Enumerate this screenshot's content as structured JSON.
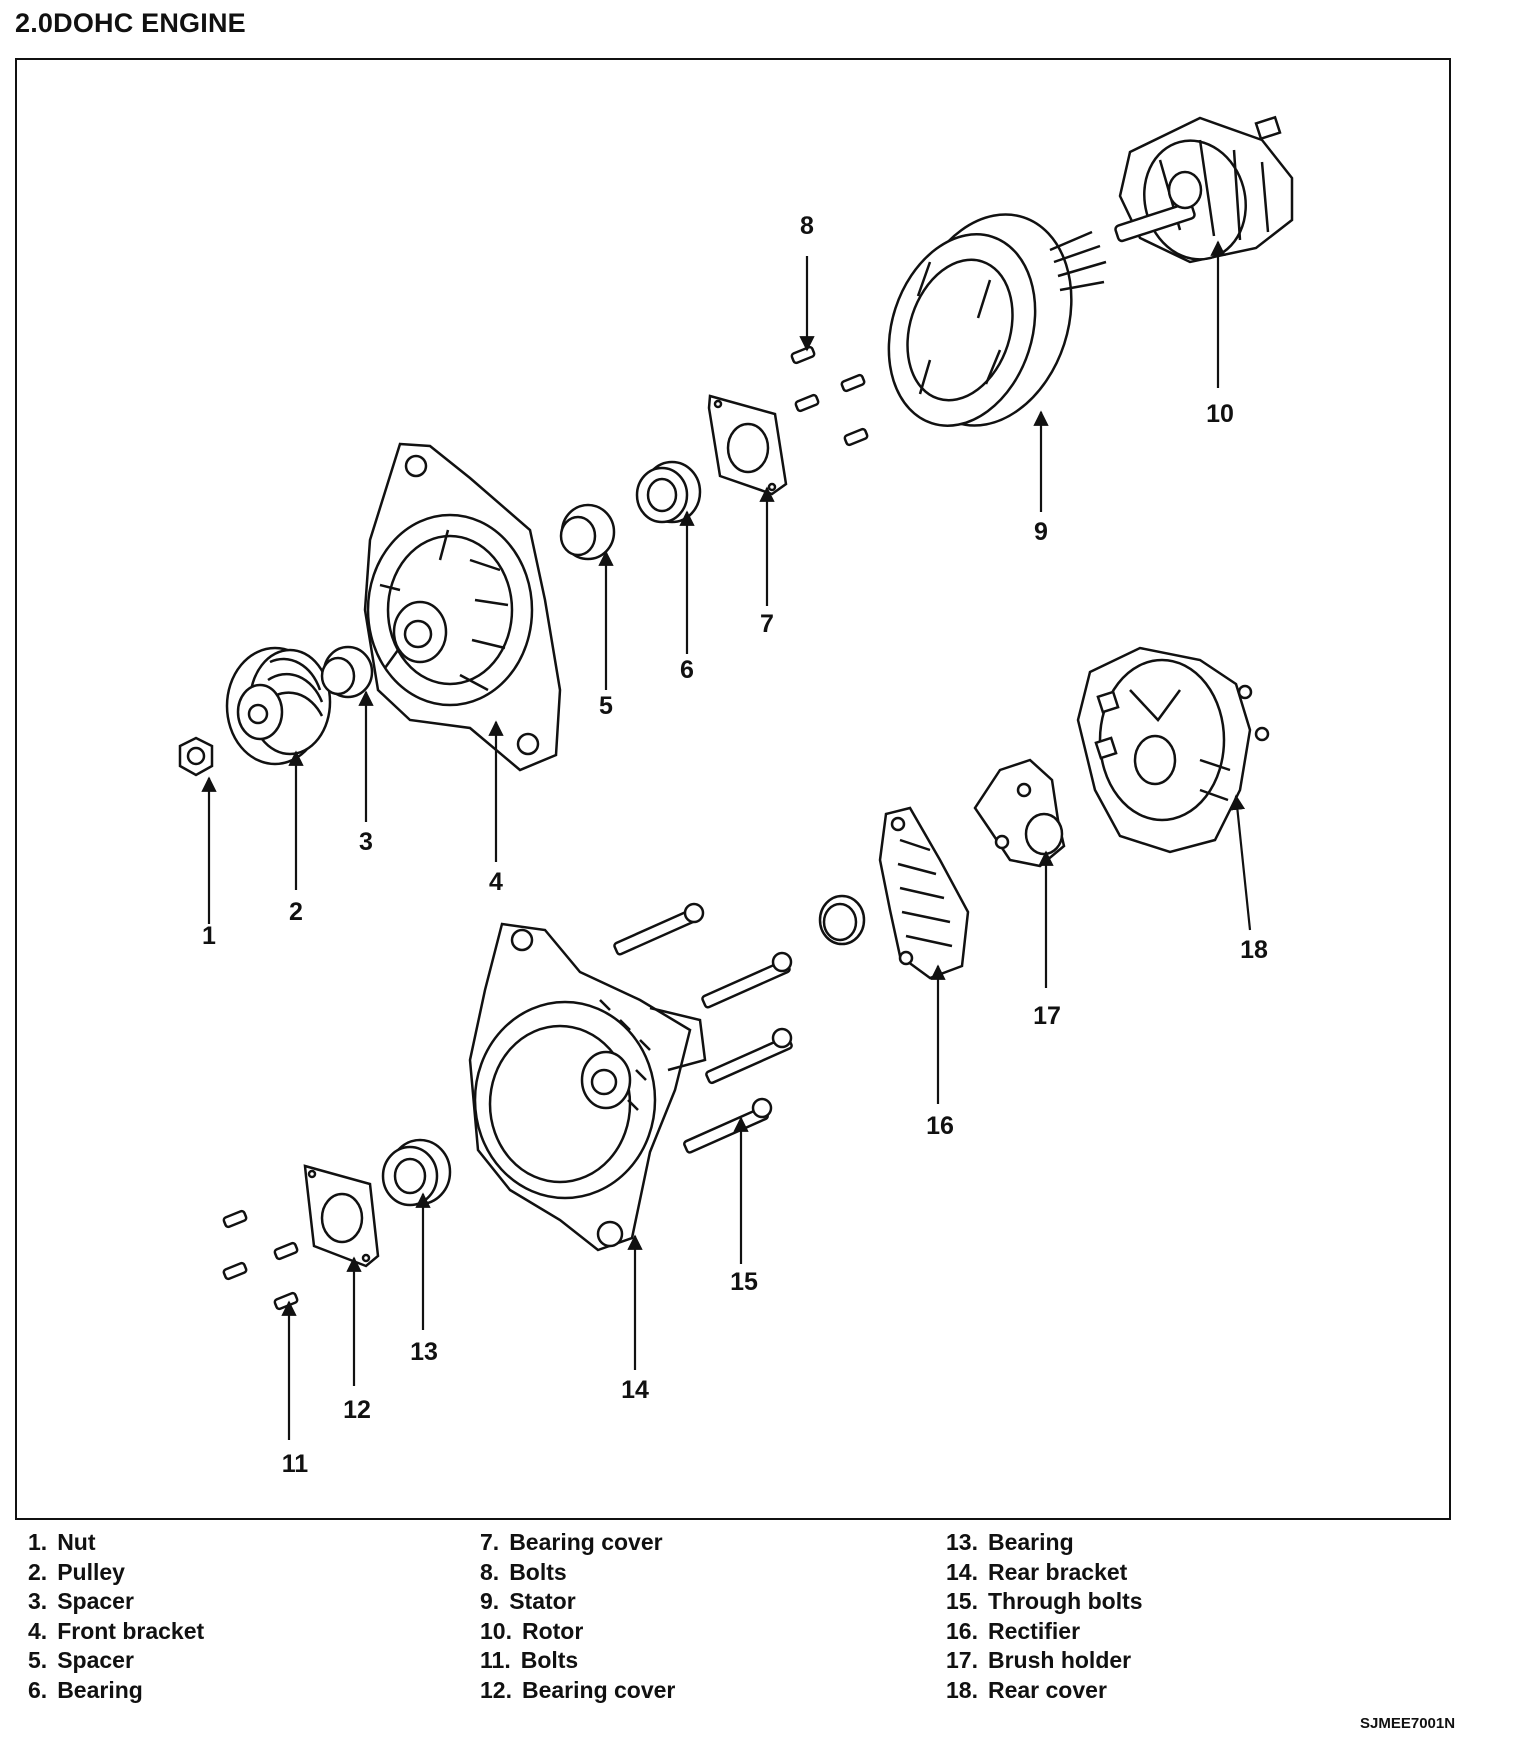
{
  "page_title": "2.0DOHC ENGINE",
  "callouts": [
    "1",
    "2",
    "3",
    "4",
    "5",
    "6",
    "7",
    "8",
    "9",
    "10",
    "11",
    "12",
    "13",
    "14",
    "15",
    "16",
    "17",
    "18"
  ],
  "legend": [
    {
      "num": "1.",
      "label": "Nut"
    },
    {
      "num": "2.",
      "label": "Pulley"
    },
    {
      "num": "3.",
      "label": "Spacer"
    },
    {
      "num": "4.",
      "label": "Front bracket"
    },
    {
      "num": "5.",
      "label": "Spacer"
    },
    {
      "num": "6.",
      "label": "Bearing"
    },
    {
      "num": "7.",
      "label": "Bearing cover"
    },
    {
      "num": "8.",
      "label": "Bolts"
    },
    {
      "num": "9.",
      "label": "Stator"
    },
    {
      "num": "10.",
      "label": "Rotor"
    },
    {
      "num": "11.",
      "label": "Bolts"
    },
    {
      "num": "12.",
      "label": "Bearing cover"
    },
    {
      "num": "13.",
      "label": "Bearing"
    },
    {
      "num": "14.",
      "label": "Rear bracket"
    },
    {
      "num": "15.",
      "label": "Through bolts"
    },
    {
      "num": "16.",
      "label": "Rectifier"
    },
    {
      "num": "17.",
      "label": "Brush holder"
    },
    {
      "num": "18.",
      "label": "Rear cover"
    }
  ],
  "figure_code": "SJMEE7001N"
}
